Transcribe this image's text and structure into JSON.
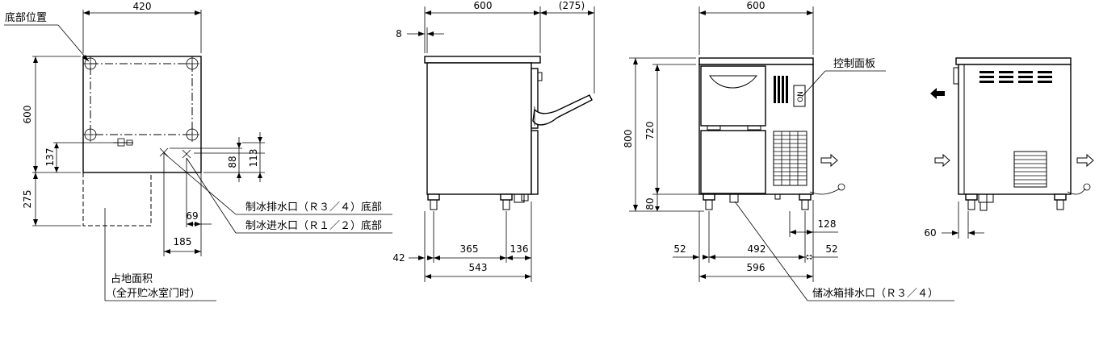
{
  "top_view": {
    "dim_width": "420",
    "dim_depth": "600",
    "dim_137": "137",
    "dim_275": "275",
    "dim_88": "88",
    "dim_113": "113",
    "dim_69": "69",
    "dim_185": "185",
    "label_bottom_position": "底部位置",
    "label_drain": "制冰排水口（Ｒ３／４）底部",
    "label_inlet": "制冰进水口（Ｒ１／２）底部",
    "label_footprint_line1": "占地面积",
    "label_footprint_line2": "（全开贮冰室门时）"
  },
  "side_view": {
    "dim_600": "600",
    "dim_275": "(275)",
    "dim_8": "8",
    "dim_42": "42",
    "dim_365": "365",
    "dim_136": "136",
    "dim_543": "543"
  },
  "front_view": {
    "dim_600": "600",
    "dim_800": "800",
    "dim_720": "720",
    "dim_80": "80",
    "dim_52_left": "52",
    "dim_492": "492",
    "dim_52_right": "52",
    "dim_596": "596",
    "dim_128": "128",
    "label_control_panel": "控制面板",
    "label_bin_drain": "储冰箱排水口（Ｒ３／４）"
  },
  "rear_view": {
    "dim_60": "60"
  }
}
